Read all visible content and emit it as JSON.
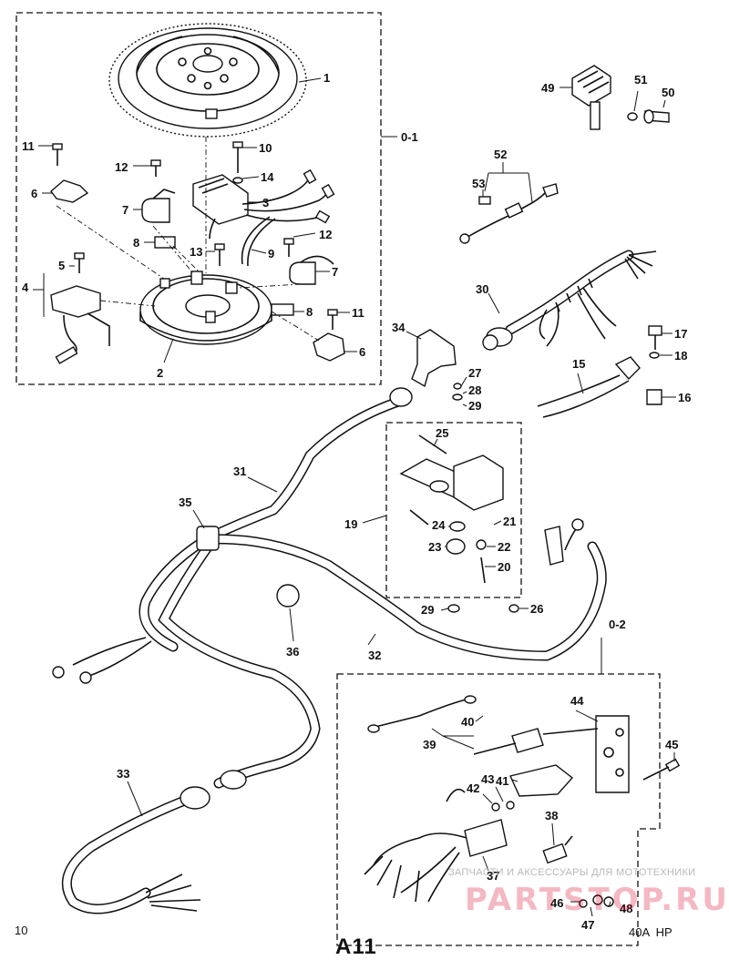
{
  "groups": {
    "g1": "0-1",
    "g2": "0-2"
  },
  "parts": [
    "1",
    "2",
    "3",
    "4",
    "5",
    "6",
    "6",
    "7",
    "7",
    "8",
    "8",
    "9",
    "10",
    "11",
    "11",
    "12",
    "12",
    "13",
    "14",
    "15",
    "16",
    "17",
    "18",
    "19",
    "20",
    "21",
    "22",
    "23",
    "24",
    "25",
    "26",
    "27",
    "28",
    "29",
    "29",
    "30",
    "31",
    "32",
    "33",
    "34",
    "35",
    "36",
    "37",
    "38",
    "39",
    "40",
    "41",
    "42",
    "43",
    "44",
    "45",
    "46",
    "47",
    "48",
    "49",
    "50",
    "51",
    "52",
    "53"
  ],
  "footer": {
    "page_number": "10",
    "plate_code": "A11",
    "model": "40A  HP"
  },
  "watermark": {
    "line1": "ЗАПЧАСТИ И АКСЕССУАРЫ ДЛЯ МОТОТЕХНИКИ",
    "line2": "PARTSTOP.RU"
  }
}
